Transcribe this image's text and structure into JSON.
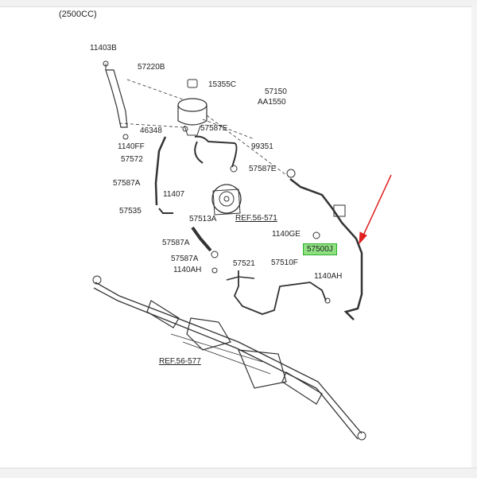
{
  "title": "(2500CC)",
  "parts": {
    "p11403B": "11403B",
    "p57220B": "57220B",
    "p15355C": "15355C",
    "p57150": "57150",
    "pAA1550": "AA1550",
    "p46348": "46348",
    "p57587E_a": "57587E",
    "p1140FF": "1140FF",
    "p99351": "99351",
    "p57572": "57572",
    "p57587E_b": "57587E",
    "p57587A_a": "57587A",
    "p11407": "11407",
    "p57535": "57535",
    "p57513A": "57513A",
    "pREF56571": "REF.56-571",
    "p1140GE": "1140GE",
    "p57587A_b": "57587A",
    "p57500J": "57500J",
    "p57587A_c": "57587A",
    "p57521": "57521",
    "p57510F": "57510F",
    "p1140AH_a": "1140AH",
    "p1140AH_b": "1140AH",
    "pREF56577": "REF.56-577"
  },
  "colors": {
    "highlight": "#8ee080",
    "arrow": "#e02020",
    "line": "#333333"
  }
}
